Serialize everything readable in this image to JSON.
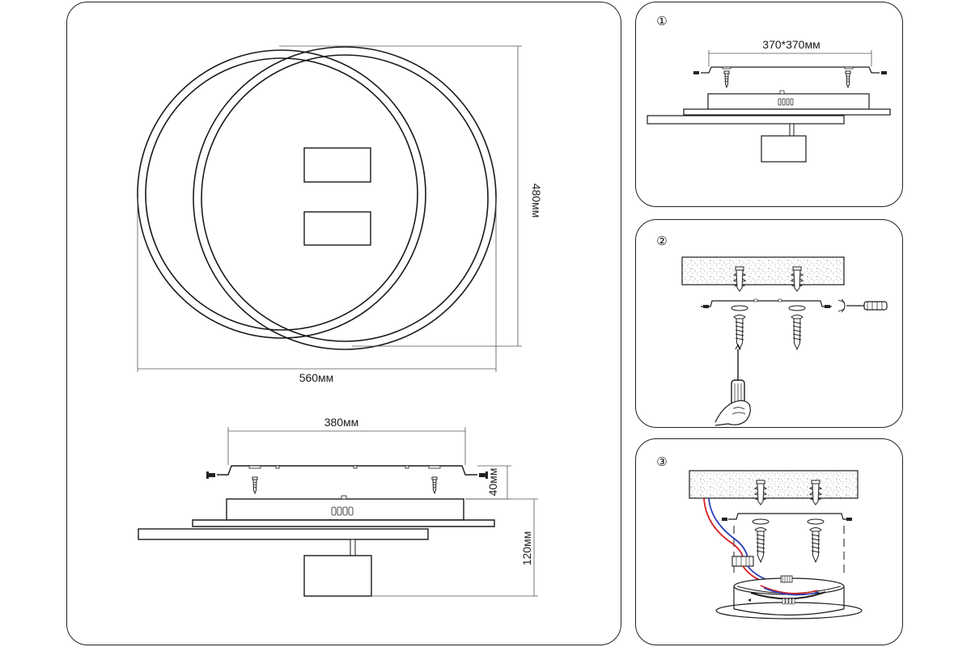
{
  "main": {
    "top_view": {
      "width_label": "560мм",
      "height_label": "480мм"
    },
    "side_view": {
      "width_label": "380мм",
      "plate_height_label": "40мм",
      "total_height_label": "120мм"
    }
  },
  "steps": [
    {
      "number": "①",
      "label": "370*370мм"
    },
    {
      "number": "②"
    },
    {
      "number": "③"
    }
  ]
}
